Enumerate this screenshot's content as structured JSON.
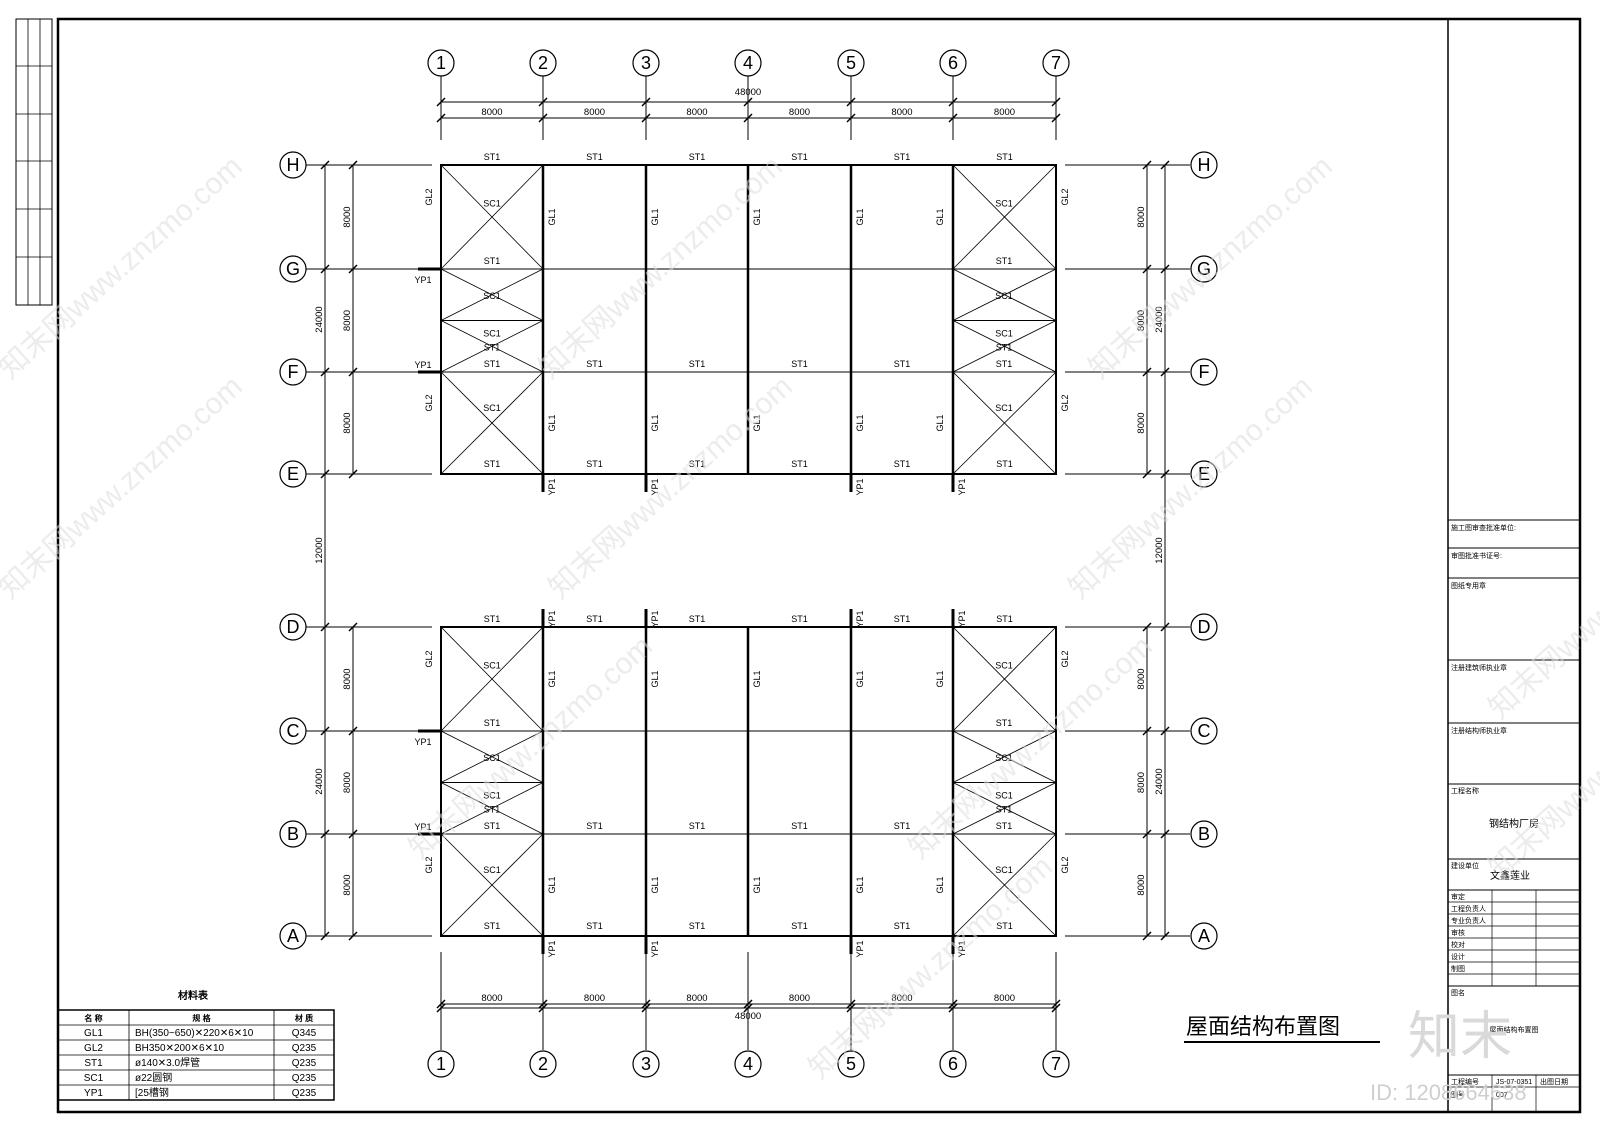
{
  "drawing": {
    "title": "屋面结构布置图",
    "grid_x_labels": [
      "1",
      "2",
      "3",
      "4",
      "5",
      "6",
      "7"
    ],
    "grid_y_labels": [
      "A",
      "B",
      "C",
      "D",
      "E",
      "F",
      "G",
      "H"
    ],
    "bay_x": [
      "8000",
      "8000",
      "8000",
      "8000",
      "8000",
      "8000"
    ],
    "total_x": "48000",
    "bay_y": "8000",
    "block_y_total": "24000",
    "gap_y": "12000",
    "labels": {
      "purlin": "ST1",
      "bracing": "SC1",
      "beam": "GL1",
      "gable_beam": "GL2",
      "plate": "YP1"
    }
  },
  "material_table": {
    "title": "材料表",
    "headers": [
      "名 称",
      "规 格",
      "材 质"
    ],
    "rows": [
      {
        "name": "GL1",
        "spec": "BH(350~650)✕220✕6✕10",
        "material": "Q345"
      },
      {
        "name": "GL2",
        "spec": "BH350✕200✕6✕10",
        "material": "Q235"
      },
      {
        "name": "ST1",
        "spec": "ø140✕3.0焊管",
        "material": "Q235"
      },
      {
        "name": "SC1",
        "spec": "ø22圆钢",
        "material": "Q235"
      },
      {
        "name": "YP1",
        "spec": "[25槽钢",
        "material": "Q235"
      }
    ]
  },
  "title_block": {
    "approval_unit": "施工图审查批准单位:",
    "approval_cert": "审图批准书证号:",
    "seal": "图纸专用章",
    "arch_seal": "注册建筑师执业章",
    "struct_seal": "注册结构师执业章",
    "project_label": "工程名称",
    "project_name": "钢结构厂房",
    "client_label": "建设单位",
    "client_name": "文鑫莲业",
    "roles": [
      "审定",
      "工程负责人",
      "专业负责人",
      "审核",
      "校对",
      "设计",
      "制图"
    ],
    "drawing_label": "图名",
    "drawing_name": "屋面结构布置图",
    "bottom": [
      "工程编号",
      "JS-07-0351",
      "出图日期",
      "图号",
      "007"
    ]
  },
  "watermark": {
    "text": "知末网www.znzmo.com",
    "logo": "知末",
    "id": "ID: 1208664638"
  }
}
